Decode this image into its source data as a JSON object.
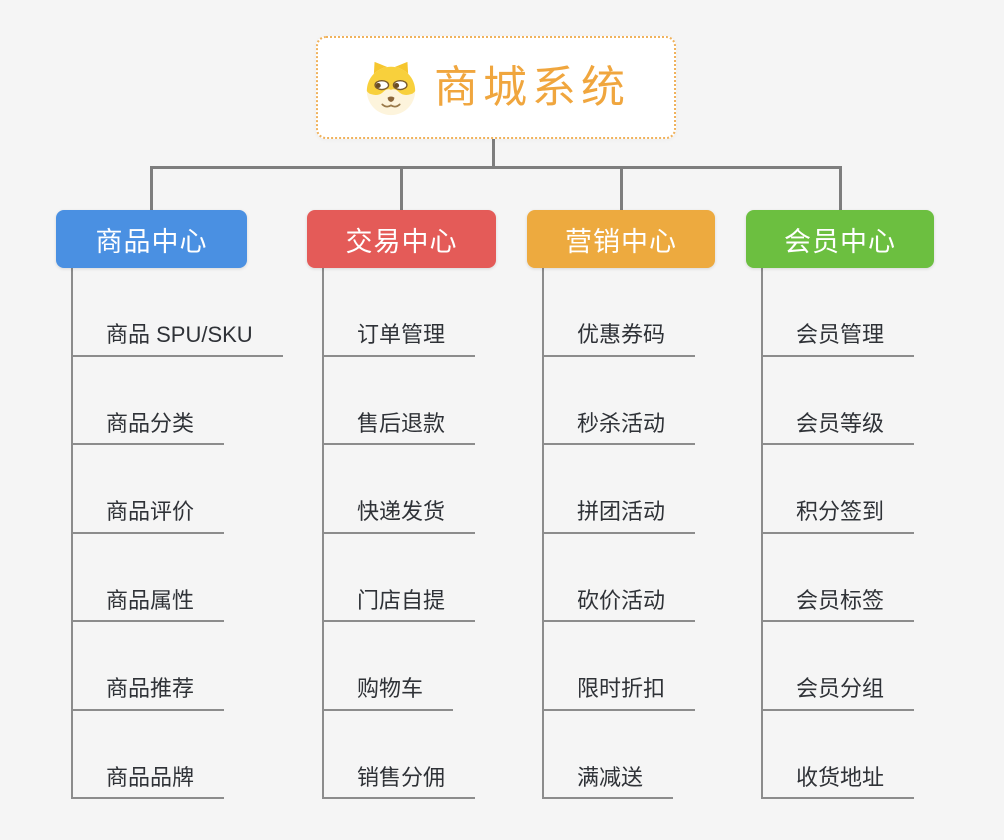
{
  "root": {
    "title": "商城系统",
    "icon": "doge-icon"
  },
  "branches": [
    {
      "id": "product-center",
      "label": "商品中心",
      "color": "#4a90e2",
      "items": [
        "商品 SPU/SKU",
        "商品分类",
        "商品评价",
        "商品属性",
        "商品推荐",
        "商品品牌"
      ]
    },
    {
      "id": "trade-center",
      "label": "交易中心",
      "color": "#e45b58",
      "items": [
        "订单管理",
        "售后退款",
        "快递发货",
        "门店自提",
        "购物车",
        "销售分佣"
      ]
    },
    {
      "id": "marketing-center",
      "label": "营销中心",
      "color": "#edaa3f",
      "items": [
        "优惠券码",
        "秒杀活动",
        "拼团活动",
        "砍价活动",
        "限时折扣",
        "满减送"
      ]
    },
    {
      "id": "member-center",
      "label": "会员中心",
      "color": "#6cbf40",
      "items": [
        "会员管理",
        "会员等级",
        "积分签到",
        "会员标签",
        "会员分组",
        "收货地址"
      ]
    }
  ],
  "colors": {
    "background": "#f5f5f5",
    "connector": "#7e7e7e",
    "item_line": "#8c8c8c",
    "root_border": "#f0b25c",
    "root_title": "#f0a63e",
    "item_text": "#2f3237"
  }
}
